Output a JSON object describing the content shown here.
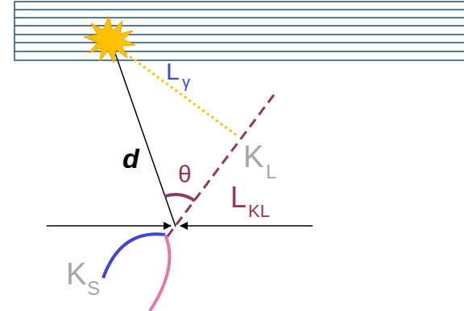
{
  "diagram": {
    "labels": [
      "L",
      "γ",
      "d",
      "θ",
      "K",
      "L",
      "L",
      "KL",
      "K",
      "S"
    ]
  }
}
